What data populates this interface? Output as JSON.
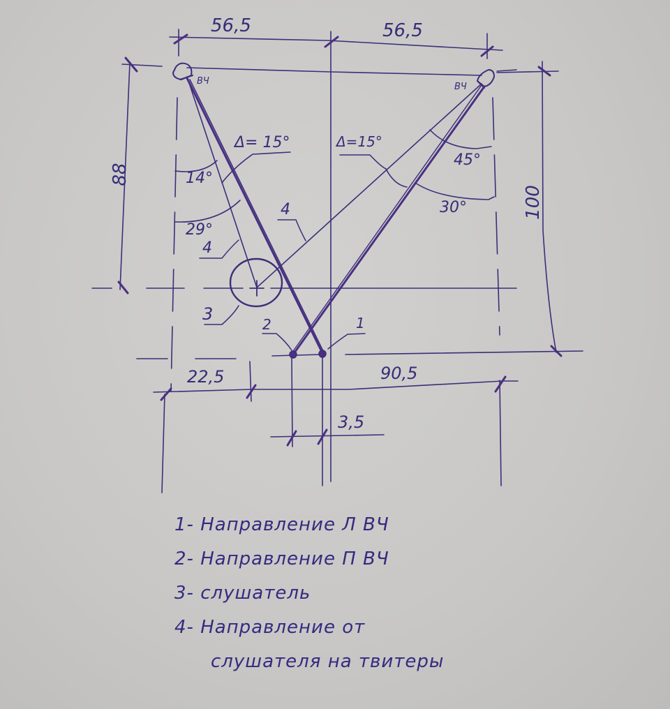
{
  "diagram": {
    "type": "hand-drawn tweeter alignment sketch",
    "ink_color": "#3b2f7a",
    "paper_color": "#c9c8c6",
    "tweeter_left": {
      "label": "ВЧ"
    },
    "tweeter_right": {
      "label": "ВЧ"
    },
    "dimensions": {
      "top_left_half": "56,5",
      "top_right_half": "56,5",
      "left_vertical": "88",
      "right_vertical": "100",
      "bottom_left": "22,5",
      "bottom_right": "90,5",
      "aim_points_gap": "3,5"
    },
    "angles": {
      "left_inner": "14°",
      "left_outer": "29°",
      "left_delta": "Δ= 15°",
      "right_inner": "45°",
      "right_outer": "30°",
      "right_delta": "Δ=15°"
    },
    "callouts": {
      "left_line_4": "4",
      "center_line_4": "4",
      "listener": "3",
      "point_2": "2",
      "point_1": "1"
    }
  },
  "legend": {
    "items": [
      {
        "num": "1",
        "text": "1- Направление  Л ВЧ"
      },
      {
        "num": "2",
        "text": "2- Направление  П ВЧ"
      },
      {
        "num": "3",
        "text": "3- слушатель"
      },
      {
        "num": "4",
        "text": "4- Направление    от"
      },
      {
        "num": "4b",
        "text": "слушателя  на твитеры"
      }
    ]
  }
}
